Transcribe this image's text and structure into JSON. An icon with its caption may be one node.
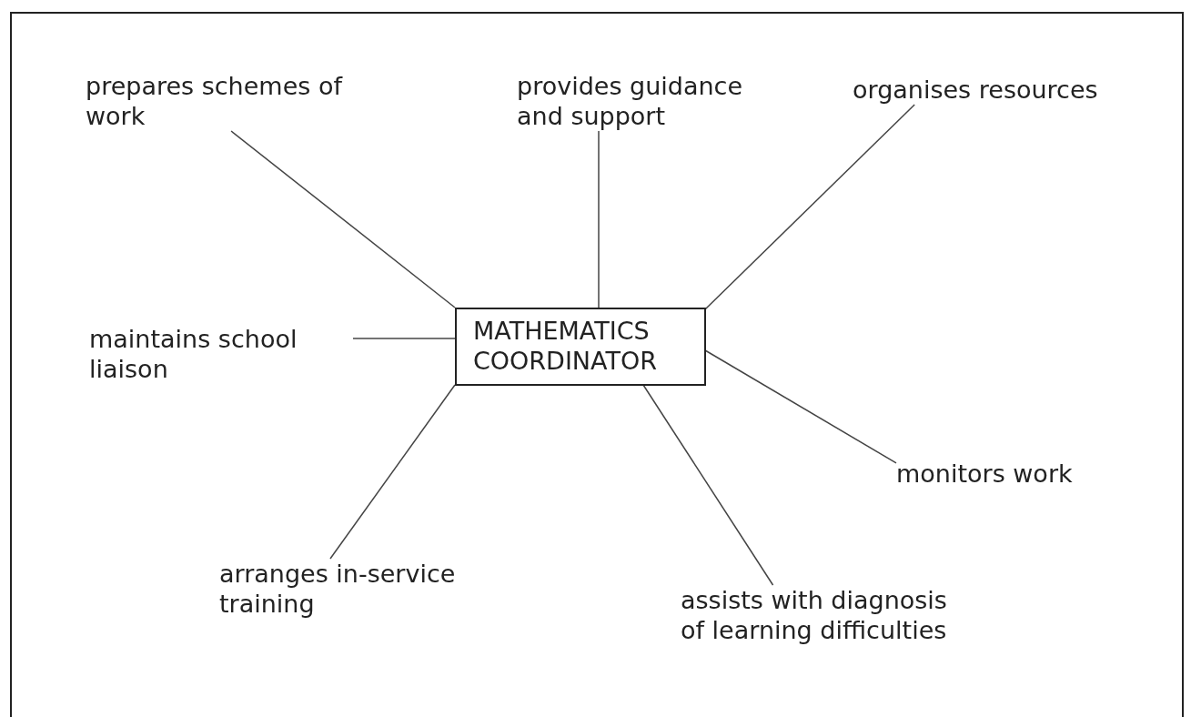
{
  "diagram": {
    "nodes": [
      {
        "text": [
          "MATHEMATICS COORDINATOR"
        ]
      },
      {
        "text": [
          "prepares schemes of work"
        ]
      },
      {
        "text": [
          "provides guidance and support"
        ]
      },
      {
        "text": [
          "organises resources"
        ]
      },
      {
        "text": [
          "maintains school liaison"
        ]
      },
      {
        "text": [
          "arranges in-service training"
        ]
      },
      {
        "text": [
          "assists with diagnosis of learning difficulties"
        ]
      },
      {
        "text": [
          "monitors work"
        ]
      }
    ],
    "edges": [
      {
        "from": 0,
        "to": 1,
        "arrow": "none"
      },
      {
        "from": 0,
        "to": 2,
        "arrow": "none"
      },
      {
        "from": 0,
        "to": 3,
        "arrow": "none"
      },
      {
        "from": 0,
        "to": 4,
        "arrow": "none"
      },
      {
        "from": 0,
        "to": 5,
        "arrow": "none"
      },
      {
        "from": 0,
        "to": 6,
        "arrow": "none"
      },
      {
        "from": 0,
        "to": 7,
        "arrow": "none"
      }
    ]
  }
}
